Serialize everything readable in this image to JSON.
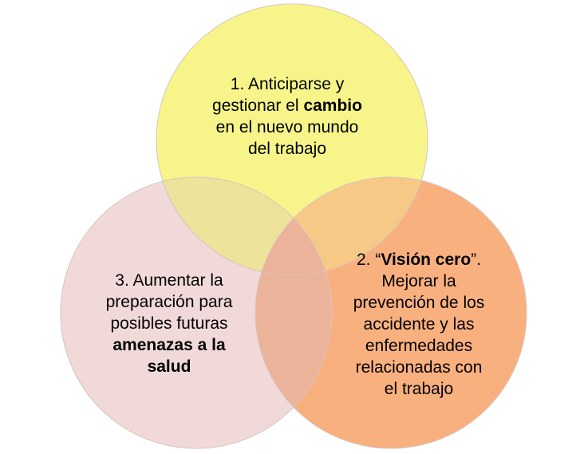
{
  "colors": {
    "circle_1": "#f7f58a",
    "circle_2": "#f9b07f",
    "circle_3": "#f0d9d8",
    "overlap_1_3": "#eee39a",
    "overlap_1_2": "#f6c987",
    "center": "#ecb39b",
    "border": "#d9c3be"
  },
  "circles": [
    {
      "id": "1",
      "lines": [
        [
          {
            "text": "1. Anticiparse y",
            "bold": false
          }
        ],
        [
          {
            "text": "gestionar el ",
            "bold": false
          },
          {
            "text": "cambio",
            "bold": true
          }
        ],
        [
          {
            "text": "en el nuevo mundo",
            "bold": false
          }
        ],
        [
          {
            "text": "del trabajo",
            "bold": false
          }
        ]
      ]
    },
    {
      "id": "2",
      "lines": [
        [
          {
            "text": "2. “",
            "bold": false
          },
          {
            "text": "Visión cero",
            "bold": true
          },
          {
            "text": "”.",
            "bold": false
          }
        ],
        [
          {
            "text": "Mejorar la",
            "bold": false
          }
        ],
        [
          {
            "text": "prevención de los",
            "bold": false
          }
        ],
        [
          {
            "text": "accidente y las",
            "bold": false
          }
        ],
        [
          {
            "text": "enfermedades",
            "bold": false
          }
        ],
        [
          {
            "text": "relacionadas con",
            "bold": false
          }
        ],
        [
          {
            "text": "el trabajo",
            "bold": false
          }
        ]
      ]
    },
    {
      "id": "3",
      "lines": [
        [
          {
            "text": "3. Aumentar la",
            "bold": false
          }
        ],
        [
          {
            "text": "preparación para",
            "bold": false
          }
        ],
        [
          {
            "text": "posibles futuras",
            "bold": false
          }
        ],
        [
          {
            "text": "amenazas a la",
            "bold": true
          }
        ],
        [
          {
            "text": "salud",
            "bold": true
          }
        ]
      ]
    }
  ]
}
